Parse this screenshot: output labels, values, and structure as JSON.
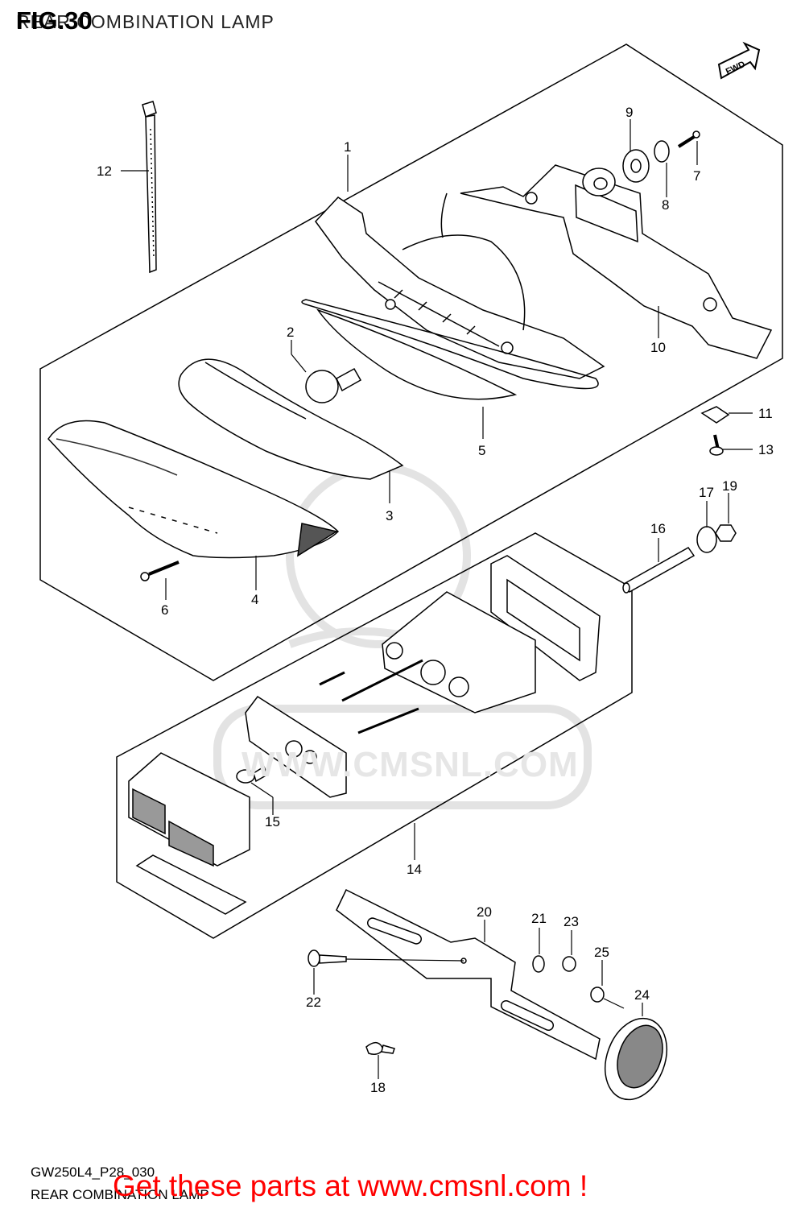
{
  "header": {
    "title": "REAR COMBINATION LAMP",
    "figure": "FIG.30"
  },
  "fwd_badge": "FWD",
  "watermark": "WWW.CMSNL.COM",
  "callouts": [
    "1",
    "2",
    "3",
    "4",
    "5",
    "6",
    "7",
    "8",
    "9",
    "10",
    "11",
    "12",
    "13",
    "14",
    "15",
    "16",
    "17",
    "18",
    "19",
    "20",
    "21",
    "22",
    "23",
    "24",
    "25"
  ],
  "footer": {
    "drawing_code": "GW250L4_P28_030",
    "caption": "REAR COMBINATION LAMP",
    "promo": "Get these parts at www.cmsnl.com !"
  },
  "colors": {
    "line": "#000000",
    "promo": "#ff0000",
    "watermark": "#e6e6e6"
  }
}
